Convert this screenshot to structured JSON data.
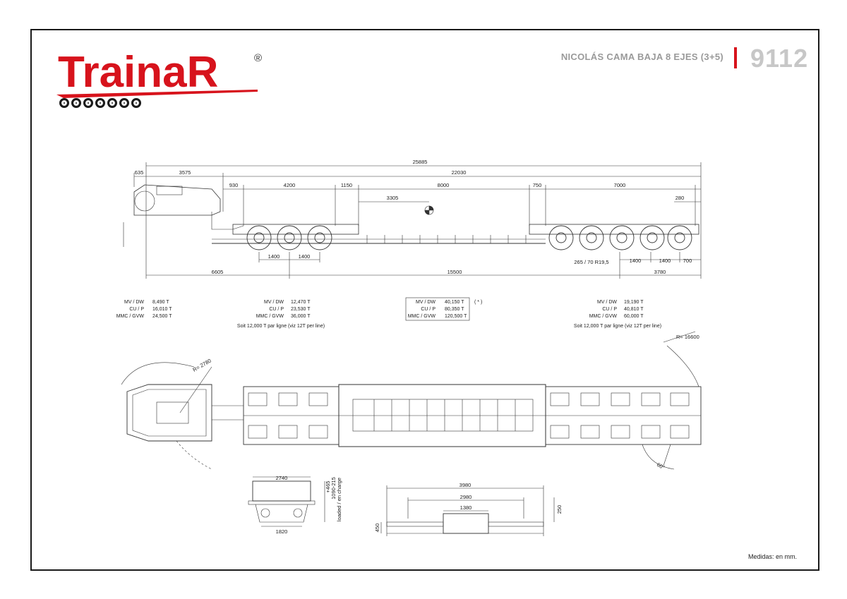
{
  "brand": {
    "logo_text": "TrainaR",
    "registered_mark": "®",
    "accent_color": "#d7131c"
  },
  "header": {
    "title": "NICOLÁS CAMA BAJA 8 EJES (3+5)",
    "model_number": "9112"
  },
  "side_view_dimensions": {
    "overall_length": "25885",
    "kingpin_offset": "635",
    "gooseneck_length": "3575",
    "trailer_length": "22030",
    "d930": "930",
    "front_bogie": "4200",
    "d1150": "1150",
    "deck_length": "8000",
    "d750": "750",
    "rear_bogie": "7000",
    "d3305": "3305",
    "d280": "280",
    "front_axle_spacing_1": "1400",
    "front_axle_spacing_2": "1400",
    "to_front_bogie": "6605",
    "wheelbase": "15500",
    "tyre": "265 / 70 R19,5",
    "rear_spacing_1": "1400",
    "rear_spacing_2": "1400",
    "rear_overhang": "700",
    "rear_group": "3780"
  },
  "weights": [
    {
      "rows": [
        [
          "MV / DW",
          "8,490 T"
        ],
        [
          "CU / P",
          "16,010 T"
        ],
        [
          "MMC / GVW",
          "24,500 T"
        ]
      ],
      "note": ""
    },
    {
      "rows": [
        [
          "MV / DW",
          "12,470 T"
        ],
        [
          "CU / P",
          "23,530 T"
        ],
        [
          "MMC / GVW",
          "36,000 T"
        ]
      ],
      "note": "Soit 12,000 T par ligne (viz 12T per line)"
    },
    {
      "rows": [
        [
          "MV / DW",
          "40,150 T"
        ],
        [
          "CU / P",
          "80,350 T"
        ],
        [
          "MMC / GVW",
          "120,500 T"
        ]
      ],
      "note": "",
      "marker": "( * )"
    },
    {
      "rows": [
        [
          "MV / DW",
          "19,190 T"
        ],
        [
          "CU / P",
          "40,810 T"
        ],
        [
          "MMC / GVW",
          "60,000 T"
        ]
      ],
      "note": "Soit 12,000 T par ligne (viz 12T per line)"
    }
  ],
  "plan_view": {
    "turn_radius_front": "R= 2780",
    "turn_radius_rear": "R= 16600",
    "steer_angle": "60°"
  },
  "cross_section_1": {
    "width": "2740",
    "bottom_width": "1820",
    "height_plus": "+465",
    "height_range": "1090-215",
    "height_note": "loaded / en charge"
  },
  "cross_section_2": {
    "overall_width": "3980",
    "inner_width": "2980",
    "center_width": "1380",
    "left_height": "450",
    "right_height": "250"
  },
  "footer": {
    "units_note": "Medidas: en mm."
  }
}
